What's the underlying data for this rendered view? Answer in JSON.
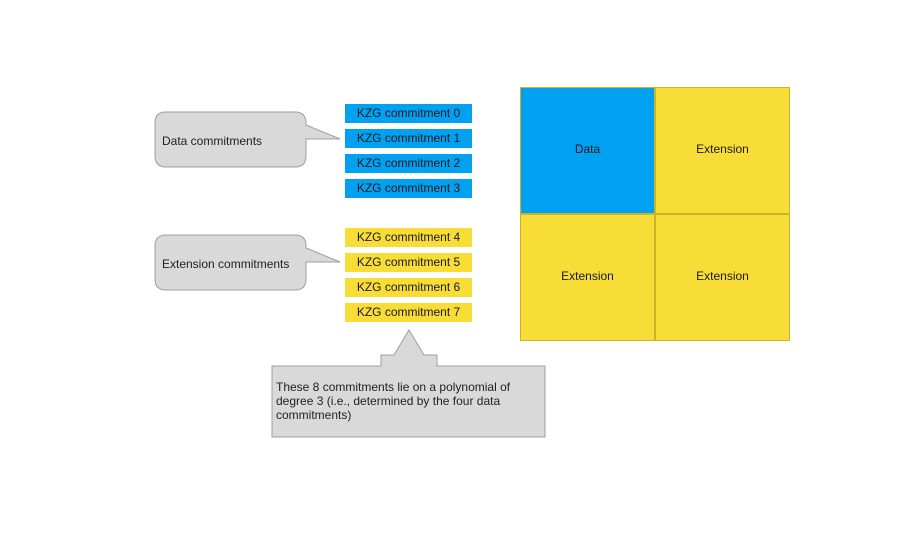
{
  "callouts": {
    "data": "Data commitments",
    "extension": "Extension commitments",
    "note": "These 8 commitments lie on a polynomial of degree 3 (i.e., determined by the four data commitments)"
  },
  "commitments": [
    {
      "label": "KZG commitment 0",
      "kind": "data"
    },
    {
      "label": "KZG commitment 1",
      "kind": "data"
    },
    {
      "label": "KZG commitment 2",
      "kind": "data"
    },
    {
      "label": "KZG commitment 3",
      "kind": "data"
    },
    {
      "label": "KZG commitment 4",
      "kind": "extension"
    },
    {
      "label": "KZG commitment 5",
      "kind": "extension"
    },
    {
      "label": "KZG commitment 6",
      "kind": "extension"
    },
    {
      "label": "KZG commitment 7",
      "kind": "extension"
    }
  ],
  "grid": {
    "cells": [
      {
        "label": "Data",
        "kind": "data"
      },
      {
        "label": "Extension",
        "kind": "extension"
      },
      {
        "label": "Extension",
        "kind": "extension"
      },
      {
        "label": "Extension",
        "kind": "extension"
      }
    ]
  },
  "colors": {
    "data": "#00a1f1",
    "extension": "#f8dd36",
    "callout_fill": "#d9d9d9",
    "callout_stroke": "#9e9e9e"
  }
}
